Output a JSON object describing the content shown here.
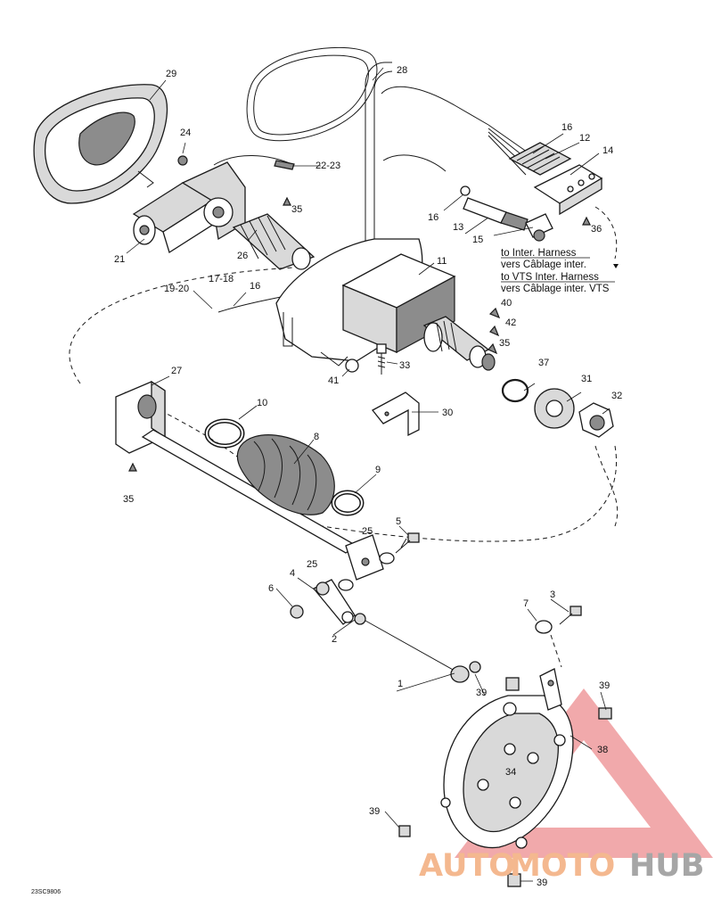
{
  "figure_code": "23SC9806",
  "harness_note": {
    "line1": "to Inter. Harness",
    "line2": "vers Câblage inter.",
    "line3": "to VTS Inter. Harness",
    "line4": "vers Câblage inter. VTS"
  },
  "callouts": {
    "c1": "1",
    "c2": "2",
    "c3": "3",
    "c4": "4",
    "c5": "5",
    "c6": "6",
    "c7": "7",
    "c8": "8",
    "c9": "9",
    "c10": "10",
    "c11": "11",
    "c12": "12",
    "c13": "13",
    "c14": "14",
    "c15": "15",
    "c16a": "16",
    "c16b": "16",
    "c16c": "16",
    "c17_18": "17-18",
    "c19_20": "19-20",
    "c21": "21",
    "c22_23": "22-23",
    "c24": "24",
    "c25a": "25",
    "c25b": "25",
    "c26": "26",
    "c27": "27",
    "c28": "28",
    "c29": "29",
    "c30": "30",
    "c31": "31",
    "c32": "32",
    "c33": "33",
    "c34": "34",
    "c35a": "35",
    "c35b": "35",
    "c35c": "35",
    "c36": "36",
    "c37": "37",
    "c38": "38",
    "c39a": "39",
    "c39b": "39",
    "c39c": "39",
    "c39d": "39",
    "c40": "40",
    "c41": "41",
    "c42": "42"
  },
  "watermark": {
    "part1": "AUTO",
    "part2": "MOTO",
    "part3": "HUB"
  },
  "colors": {
    "line": "#1a1a1a",
    "watermark_red": "#e0474c",
    "watermark_gray": "#a6a6a6"
  }
}
